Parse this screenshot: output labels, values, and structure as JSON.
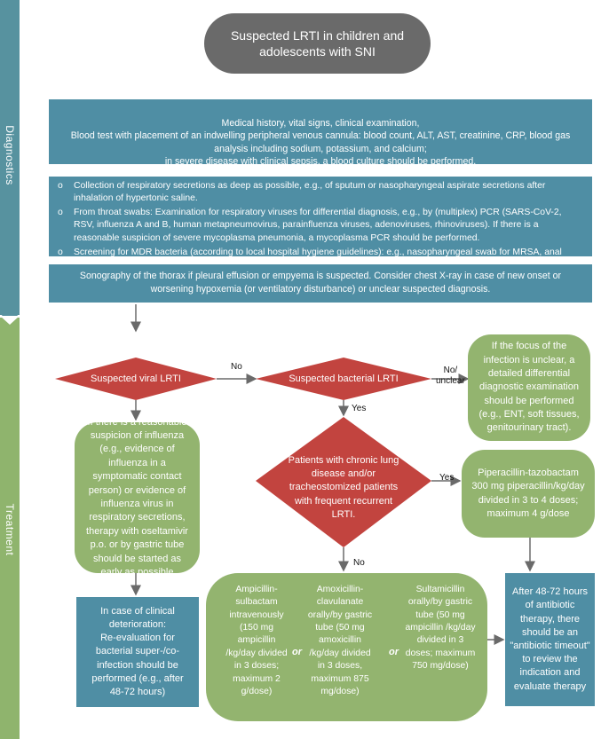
{
  "sections": {
    "diagnostics": "Diagnostics",
    "treatment": "Treatment"
  },
  "start": {
    "text": "Suspected LRTI in children and adolescents with SNI"
  },
  "diag1": {
    "text": "Medical history, vital signs, clinical examination,\nBlood test with placement of an indwelling peripheral venous cannula: blood count, ALT, AST, creatinine, CRP, blood gas analysis including sodium, potassium, and calcium;\nin severe disease with clinical sepsis, a blood culture should be performed."
  },
  "diag2": {
    "items": [
      "Collection of respiratory secretions as deep as possible, e.g., of sputum or nasopharyngeal aspirate secretions after inhalation of hypertonic saline.",
      "From throat swabs: Examination for respiratory viruses for differential diagnosis, e.g., by (multiplex) PCR (SARS-CoV-2, RSV, influenza A and B, human metapneumovirus, parainfluenza viruses, adenoviruses, rhinoviruses). If there is a reasonable suspicion of severe mycoplasma pneumonia, a mycoplasma PCR should be performed.",
      "Screening for MDR bacteria (according to local hospital hygiene guidelines): e.g., nasopharyngeal swab for MRSA, anal swab for MDR-GNB, swab of tracheostoma, gastrostomy and entry sites of devices (if inflamed)."
    ]
  },
  "diag3": {
    "text": "Sonography of the thorax if pleural effusion or empyema is suspected. Consider chest X-ray in case of new onset or worsening hypoxemia (or ventilatory disturbance) or unclear suspected diagnosis."
  },
  "decisions": {
    "viral": "Suspected viral LRTI",
    "bacterial": "Suspected bacterial LRTI",
    "chronic": "Patients with chronic lung disease and/or tracheostomized patients with frequent recurrent LRTI."
  },
  "edges": {
    "no1": "No",
    "no_unclear": "No/\nunclear",
    "yes1": "Yes",
    "yes2": "Yes",
    "no2": "No"
  },
  "boxes": {
    "unclear_focus": "If the focus of the infection is unclear, a detailed differential diagnostic examination should be performed (e.g., ENT, soft tissues, genitourinary tract).",
    "influenza": "If there is a reasonable suspicion of influenza (e.g., evidence of influenza in a symptomatic contact person) or evidence of influenza virus in respiratory secretions, therapy with oseltamivir p.o. or by gastric tube should be started as early as possible",
    "pip_tazo": "Piperacillin-tazobactam\n300 mg piperacillin/kg/day divided in 3 to 4 doses; maximum 4 g/dose",
    "deterioration": "In case of clinical deterioration:\nRe-evaluation for bacterial super-/co-infection should be performed (e.g., after 48-72 hours)",
    "timeout": "After 48-72 hours of antibiotic therapy, there should be an \"antibiotic timeout\" to review the indication and evaluate therapy"
  },
  "antibiotics": {
    "amp_sulb": "Ampicillin-sulbactam intravenously (150 mg ampicillin /kg/day divided in 3 doses; maximum 2 g/dose)",
    "amox_clav": "Amoxicillin-clavulanate orally/by gastric tube (50 mg amoxicillin /kg/day divided in 3 doses, maximum 875 mg/dose)",
    "sultam": "Sultamicillin orally/by gastric tube (50 mg ampicillin /kg/day divided in 3 doses; maximum 750 mg/dose)",
    "or": "or"
  },
  "colors": {
    "teal": "#4f8ea4",
    "green": "#93b46f",
    "red": "#c2443f",
    "grey": "#6a6a6a",
    "sidebar": "#57929f"
  }
}
